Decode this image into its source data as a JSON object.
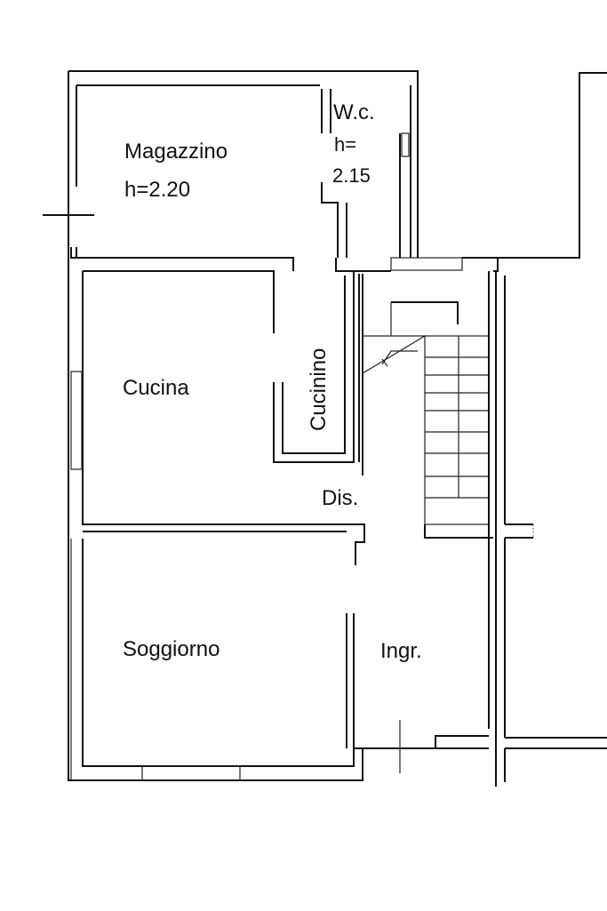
{
  "rooms": {
    "magazzino": {
      "name": "Magazzino",
      "height": "h=2.20"
    },
    "wc": {
      "name": "W.c.",
      "height_label": "h=",
      "height_value": "2.15"
    },
    "cucina": {
      "name": "Cucina"
    },
    "cucinino": {
      "name": "Cucinino"
    },
    "dis": {
      "name": "Dis."
    },
    "soggiorno": {
      "name": "Soggiorno"
    },
    "ingr": {
      "name": "Ingr."
    }
  }
}
